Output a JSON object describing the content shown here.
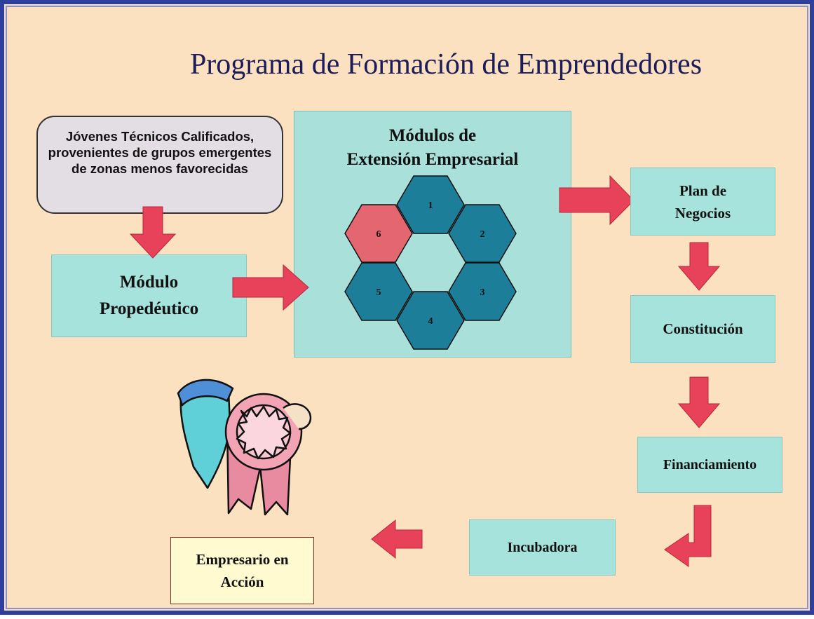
{
  "title": "Programa de Formación de Emprendedores",
  "boxes": {
    "youth": "Jóvenes Técnicos Calificados, provenientes de grupos emergentes de zonas menos favorecidas",
    "propedeutico_line1": "Módulo",
    "propedeutico_line2": "Propedéutico",
    "extension_line1": "Módulos de",
    "extension_line2": "Extensión Empresarial",
    "plan_line1": "Plan de",
    "plan_line2": "Negocios",
    "constitucion": "Constitución",
    "financiamiento": "Financiamiento",
    "incubadora": "Incubadora",
    "empresario_line1": "Empresario en",
    "empresario_line2": "Acción"
  },
  "hexagons": [
    "1",
    "2",
    "3",
    "4",
    "5",
    "6"
  ],
  "colors": {
    "background": "#fbe1bf",
    "frame": "#2f3f9c",
    "box_teal": "#a7e3dd",
    "hex_blue": "#1d7e9a",
    "hex_highlight": "#e36670",
    "arrow": "#e8425a"
  },
  "icons": {
    "award": "person-with-ribbon-award-icon"
  }
}
